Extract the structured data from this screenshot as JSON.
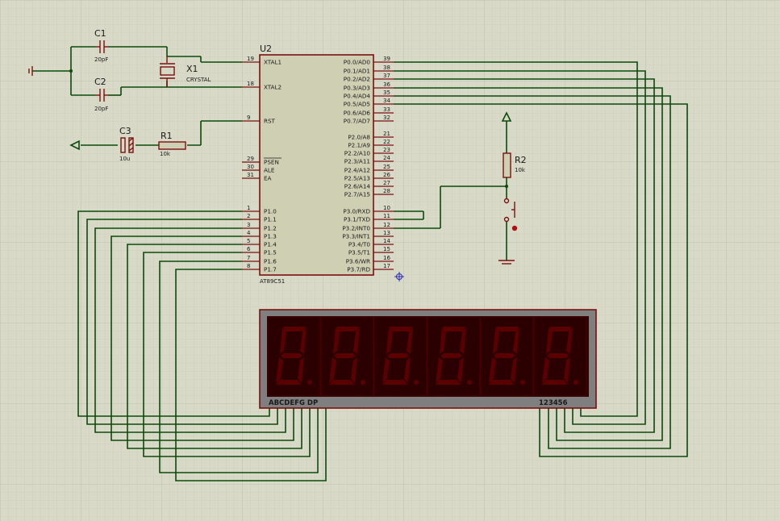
{
  "mcu": {
    "ref": "U2",
    "part": "AT89C51",
    "left_pins": [
      {
        "num": "19",
        "name": "XTAL1"
      },
      {
        "num": "18",
        "name": "XTAL2"
      },
      {
        "num": "9",
        "name": "RST"
      },
      {
        "num": "29",
        "name": "PSEN"
      },
      {
        "num": "30",
        "name": "ALE"
      },
      {
        "num": "31",
        "name": "EA"
      },
      {
        "num": "1",
        "name": "P1.0"
      },
      {
        "num": "2",
        "name": "P1.1"
      },
      {
        "num": "3",
        "name": "P1.2"
      },
      {
        "num": "4",
        "name": "P1.3"
      },
      {
        "num": "5",
        "name": "P1.4"
      },
      {
        "num": "6",
        "name": "P1.5"
      },
      {
        "num": "7",
        "name": "P1.6"
      },
      {
        "num": "8",
        "name": "P1.7"
      }
    ],
    "right_pins": [
      {
        "num": "39",
        "name": "P0.0/AD0"
      },
      {
        "num": "38",
        "name": "P0.1/AD1"
      },
      {
        "num": "37",
        "name": "P0.2/AD2"
      },
      {
        "num": "36",
        "name": "P0.3/AD3"
      },
      {
        "num": "35",
        "name": "P0.4/AD4"
      },
      {
        "num": "34",
        "name": "P0.5/AD5"
      },
      {
        "num": "33",
        "name": "P0.6/AD6"
      },
      {
        "num": "32",
        "name": "P0.7/AD7"
      },
      {
        "num": "21",
        "name": "P2.0/A8"
      },
      {
        "num": "22",
        "name": "P2.1/A9"
      },
      {
        "num": "23",
        "name": "P2.2/A10"
      },
      {
        "num": "24",
        "name": "P2.3/A11"
      },
      {
        "num": "25",
        "name": "P2.4/A12"
      },
      {
        "num": "26",
        "name": "P2.5/A13"
      },
      {
        "num": "27",
        "name": "P2.6/A14"
      },
      {
        "num": "28",
        "name": "P2.7/A15"
      },
      {
        "num": "10",
        "name": "P3.0/RXD"
      },
      {
        "num": "11",
        "name": "P3.1/TXD"
      },
      {
        "num": "12",
        "name": "P3.2/INT0"
      },
      {
        "num": "13",
        "name": "P3.3/INT1"
      },
      {
        "num": "14",
        "name": "P3.4/T0"
      },
      {
        "num": "15",
        "name": "P3.5/T1"
      },
      {
        "num": "16",
        "name": "P3.6/WR"
      },
      {
        "num": "17",
        "name": "P3.7/RD"
      }
    ]
  },
  "components": {
    "c1": {
      "ref": "C1",
      "value": "20pF"
    },
    "c2": {
      "ref": "C2",
      "value": "20pF"
    },
    "x1": {
      "ref": "X1",
      "value": "CRYSTAL"
    },
    "c3": {
      "ref": "C3",
      "value": "10u"
    },
    "r1": {
      "ref": "R1",
      "value": "10k"
    },
    "r2": {
      "ref": "R2",
      "value": "10k"
    }
  },
  "display": {
    "digit_count": 6,
    "segment_pins_label": "ABCDEFG DP",
    "digit_pins_label": "123456",
    "segment_color": "#5a0000",
    "body_color": "#2a0000",
    "frame_color": "#7f7f7f"
  },
  "colors": {
    "background": "#d9d9c8",
    "grid": "#c6c6b4",
    "wire": "#0b4a0b",
    "component": "#7a1010",
    "chip_fill": "#cfcfb4"
  }
}
